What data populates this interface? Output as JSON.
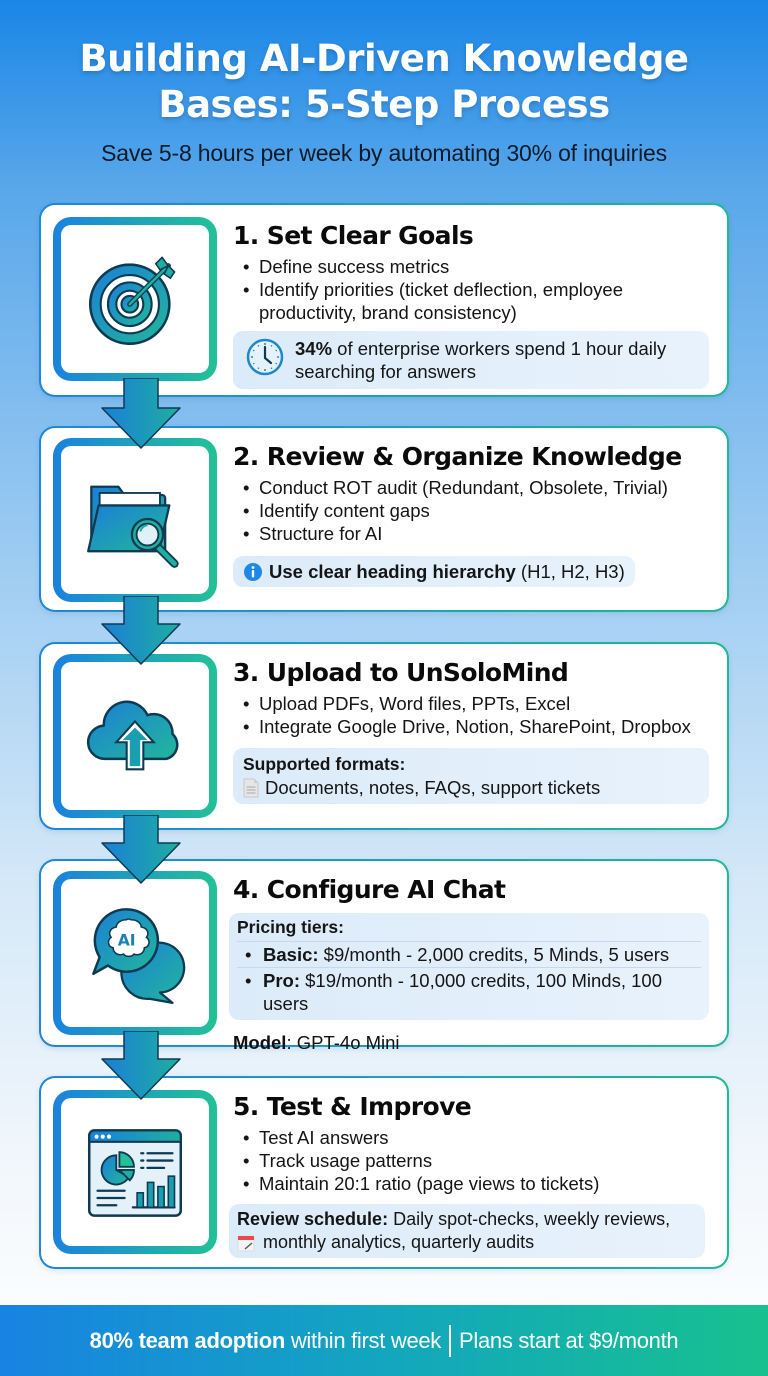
{
  "header": {
    "title_line1": "Building AI-Driven Knowledge",
    "title_line2": "Bases: 5-Step Process",
    "subtitle": "Save 5-8 hours per week by automating 30% of inquiries"
  },
  "colors": {
    "accent_blue": "#1b82df",
    "accent_green": "#22c197",
    "note_bg": "#dcebf9",
    "info_blue": "#1e88e5"
  },
  "steps": [
    {
      "title": "1. Set Clear Goals",
      "icon": "target-arrow-icon",
      "bullets": [
        "Define success metrics",
        "Identify priorities (ticket deflection, employee productivity, brand consistency)"
      ],
      "note": {
        "icon": "clock-icon",
        "bold": "34%",
        "text": " of enterprise workers spend 1 hour daily searching for answers"
      }
    },
    {
      "title": "2. Review & Organize Knowledge",
      "icon": "folder-search-icon",
      "bullets": [
        "Conduct ROT audit (Redundant, Obsolete, Trivial)",
        "Identify content gaps",
        "Structure for AI"
      ],
      "note": {
        "icon": "info-icon",
        "bold": "Use clear heading hierarchy",
        "text": " (H1, H2, H3)"
      }
    },
    {
      "title": "3. Upload to UnSoloMind",
      "icon": "cloud-upload-icon",
      "bullets": [
        "Upload PDFs, Word files, PPTs, Excel",
        "Integrate Google Drive, Notion, SharePoint, Dropbox"
      ],
      "note": {
        "icon": "document-icon",
        "bold": "Supported formats:",
        "text": "Documents, notes, FAQs, support tickets"
      }
    },
    {
      "title": "4. Configure AI Chat",
      "icon": "ai-chat-icon",
      "pricing_label": "Pricing tiers:",
      "tiers": [
        {
          "name": "Basic:",
          "detail": " $9/month - 2,000 credits, 5 Minds, 5 users"
        },
        {
          "name": "Pro:",
          "detail": " $19/month - 10,000 credits, 100 Minds, 100 users"
        }
      ],
      "model_label": "Model",
      "model_value": ": GPT-4o Mini"
    },
    {
      "title": "5. Test & Improve",
      "icon": "analytics-dashboard-icon",
      "bullets": [
        "Test AI answers",
        "Track usage patterns",
        "Maintain 20:1 ratio (page views to tickets)"
      ],
      "note": {
        "icon": "calendar-icon",
        "bold": "Review schedule:",
        "text": " Daily spot-checks, weekly reviews,",
        "text2": "monthly analytics, quarterly audits"
      }
    }
  ],
  "footer": {
    "bold": "80% team adoption",
    "text1": " within first week",
    "text2": "Plans start at $9/month"
  }
}
